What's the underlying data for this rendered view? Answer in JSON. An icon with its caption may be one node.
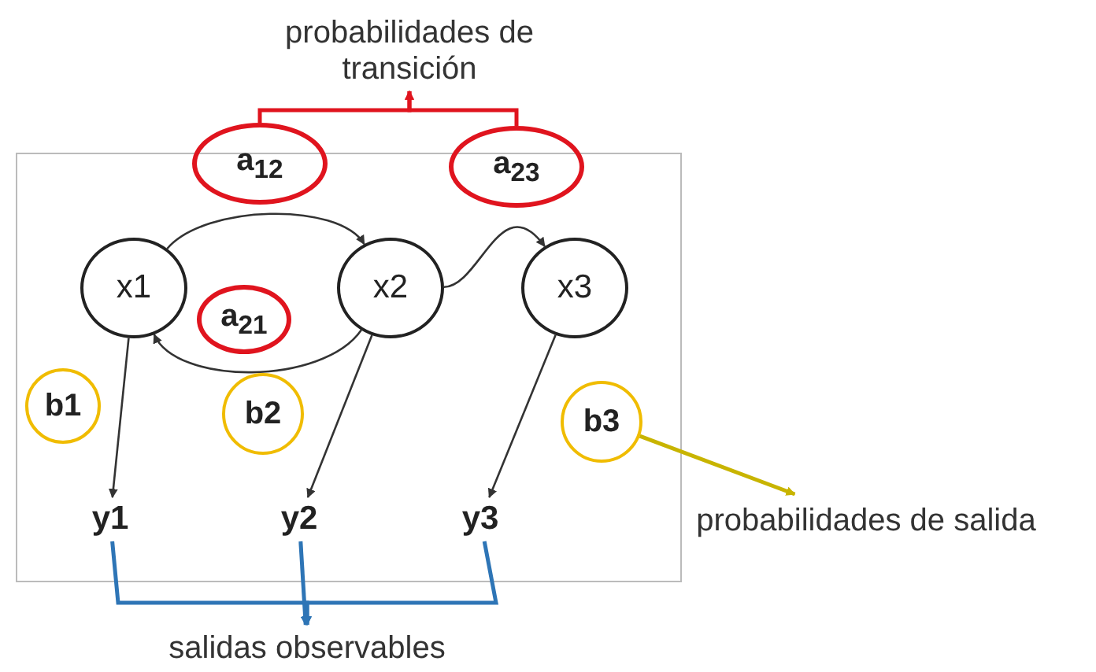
{
  "diagram": {
    "nodes": [
      {
        "text": [
          "probabilidades de transición"
        ]
      },
      {
        "text": [
          "a$_{12}$"
        ]
      },
      {
        "text": [
          "a$_{23}$"
        ]
      },
      {
        "text": [
          "x1"
        ]
      },
      {
        "text": [
          "a$_{21}$"
        ]
      },
      {
        "text": [
          "x2"
        ]
      },
      {
        "text": [
          "x3"
        ]
      },
      {
        "text": [
          "b1"
        ]
      },
      {
        "text": [
          "b2"
        ]
      },
      {
        "text": [
          "b3"
        ]
      },
      {
        "text": [
          "y1"
        ]
      },
      {
        "text": [
          "y2"
        ]
      },
      {
        "text": [
          "y3"
        ]
      },
      {
        "text": [
          "probabilidades de salida"
        ]
      },
      {
        "text": [
          "salidas observables"
        ]
      }
    ],
    "edges": [
      {
        "from": 1,
        "to": 0,
        "arrow": "to",
        "color": "#e0141e"
      },
      {
        "from": 2,
        "to": 0,
        "arrow": "to",
        "color": "#e0141e"
      },
      {
        "from": 3,
        "to": 5,
        "arrow": "to"
      },
      {
        "from": 5,
        "to": 6,
        "arrow": "to"
      },
      {
        "from": 5,
        "to": 3,
        "arrow": "to"
      },
      {
        "from": 3,
        "to": 10,
        "arrow": "to"
      },
      {
        "from": 5,
        "to": 11,
        "arrow": "to"
      },
      {
        "from": 6,
        "to": 12,
        "arrow": "to"
      },
      {
        "from": 9,
        "to": 13,
        "arrow": "to",
        "color": "#c8b400"
      },
      {
        "from": 10,
        "to": 14,
        "arrow": "to",
        "color": "#2e75b6"
      },
      {
        "from": 11,
        "to": 14,
        "arrow": "to",
        "color": "#2e75b6"
      },
      {
        "from": 12,
        "to": 14,
        "arrow": "to",
        "color": "#2e75b6"
      }
    ]
  }
}
